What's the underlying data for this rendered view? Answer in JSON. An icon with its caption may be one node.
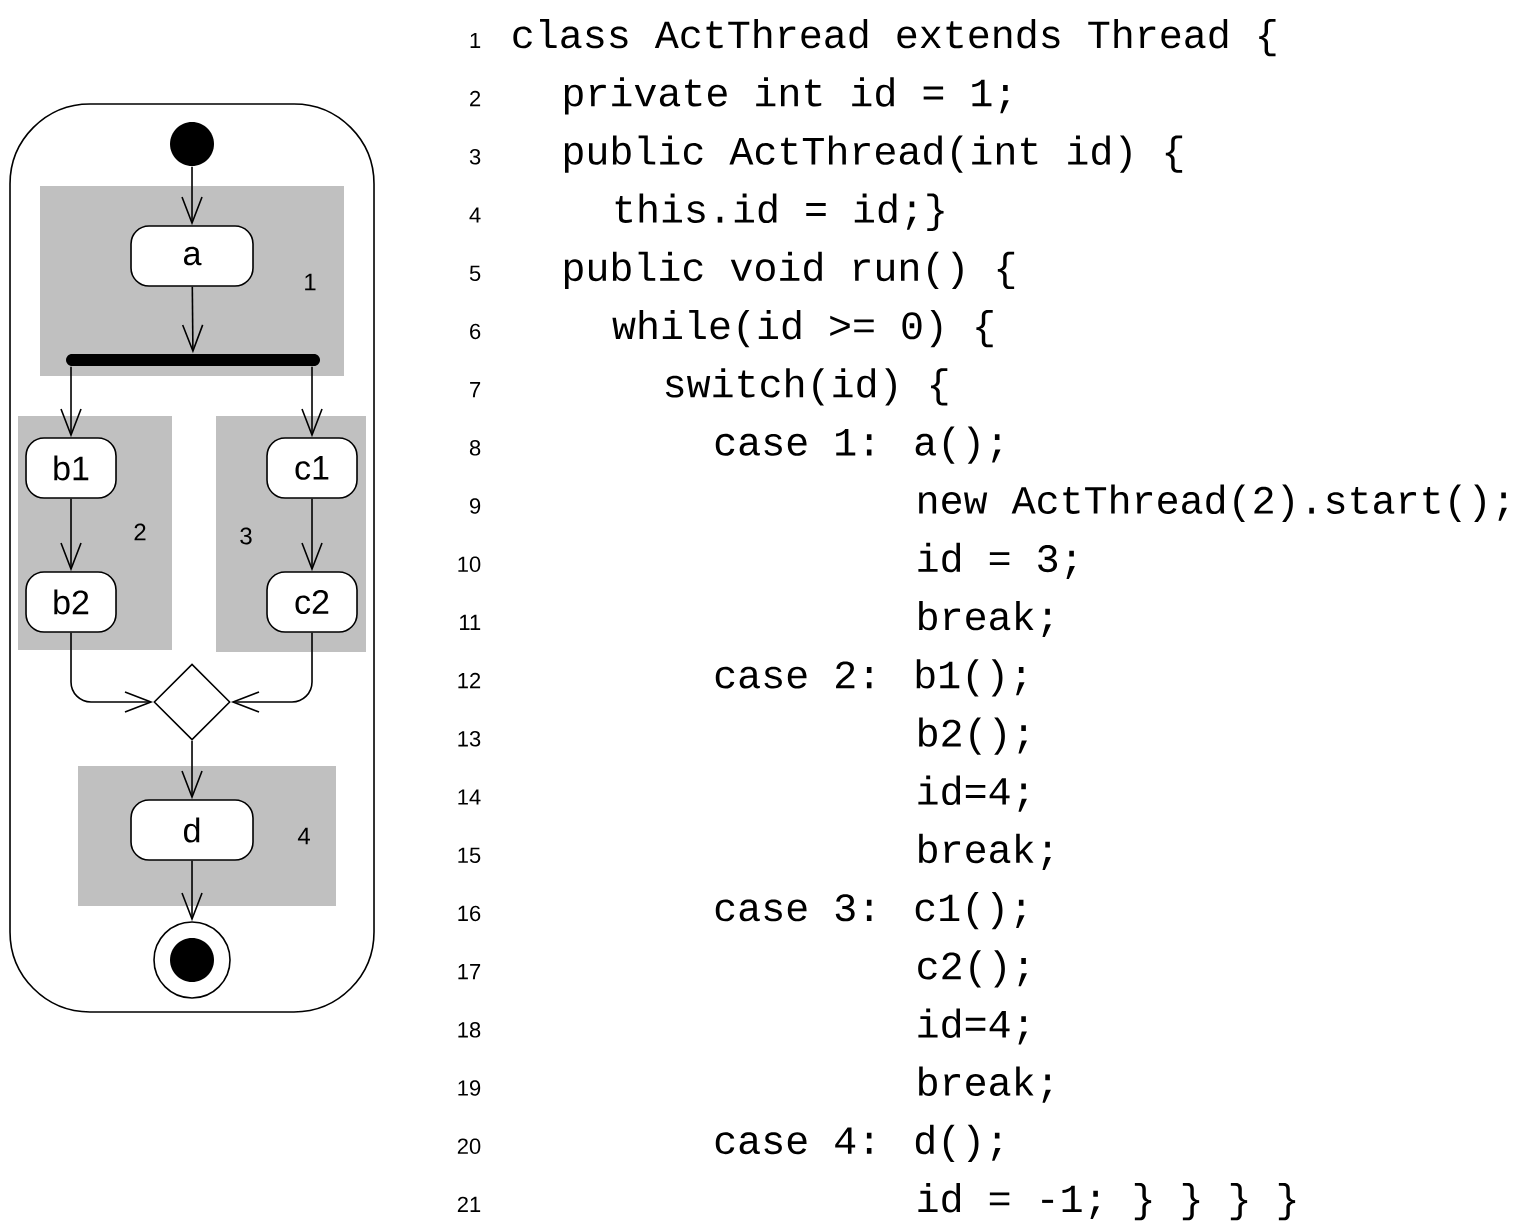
{
  "diagram": {
    "nodes": [
      {
        "text": [],
        "shape": "box"
      },
      {
        "text": [],
        "shape": "circle",
        "in": 0
      },
      {
        "text": [
          "1"
        ],
        "in": 0
      },
      {
        "text": [
          "a"
        ],
        "in": 2
      },
      {
        "text": [],
        "shape": "bar",
        "in": 2
      },
      {
        "text": [
          "2"
        ],
        "in": 0
      },
      {
        "text": [
          "b1"
        ],
        "in": 5
      },
      {
        "text": [
          "b2"
        ],
        "in": 5
      },
      {
        "text": [
          "3"
        ],
        "in": 0
      },
      {
        "text": [
          "c1"
        ],
        "in": 8
      },
      {
        "text": [
          "c2"
        ],
        "in": 8
      },
      {
        "text": [],
        "shape": "diamond",
        "in": 0
      },
      {
        "text": [
          "4"
        ],
        "in": 0
      },
      {
        "text": [
          "d"
        ],
        "in": 12
      },
      {
        "text": [],
        "shape": "circle",
        "in": 0
      }
    ],
    "edges": [
      {
        "from": 1,
        "to": 3,
        "arrow": "to"
      },
      {
        "from": 3,
        "to": 4,
        "arrow": "to"
      },
      {
        "from": 4,
        "to": 6,
        "arrow": "to"
      },
      {
        "from": 4,
        "to": 9,
        "arrow": "to"
      },
      {
        "from": 6,
        "to": 7,
        "arrow": "to"
      },
      {
        "from": 9,
        "to": 10,
        "arrow": "to"
      },
      {
        "from": 7,
        "to": 11,
        "arrow": "to"
      },
      {
        "from": 10,
        "to": 11,
        "arrow": "to"
      },
      {
        "from": 11,
        "to": 13,
        "arrow": "to"
      },
      {
        "from": 13,
        "to": 14,
        "arrow": "to"
      }
    ],
    "labels": [
      "1",
      "class ActThread extends Thread {",
      "2",
      "private int id = 1;",
      "3",
      "public ActThread(int id) {",
      "4",
      "this.id = id;}",
      "5",
      "public void run() {",
      "6",
      "while(id >= 0) {",
      "7",
      "switch(id) {",
      "8",
      "case 1: a();",
      "9",
      "new ActThread(2).start();",
      "10",
      "id = 3;",
      "11",
      "break;",
      "12",
      "case 2: b1();",
      "13",
      "b2();",
      "14",
      "id=4;",
      "15",
      "break;",
      "16",
      "case 3: c1();",
      "17",
      "c2();",
      "18",
      "id=4;",
      "19",
      "break;",
      "20",
      "case 4: d();",
      "21",
      "id = -1; } } } }"
    ]
  }
}
